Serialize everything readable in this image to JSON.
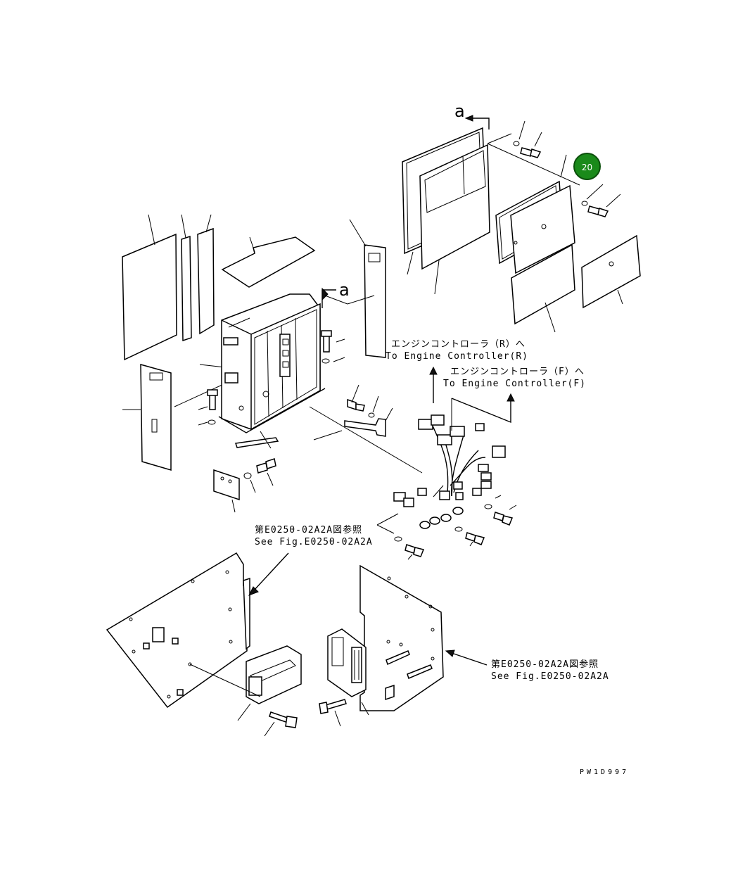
{
  "diagram": {
    "callout_badge": "20",
    "view_marker": "a",
    "labels": {
      "engine_r_jp": "エンジンコントローラ（R）へ",
      "engine_r_en": "To Engine Controller(R)",
      "engine_f_jp": "エンジンコントローラ（F）へ",
      "engine_f_en": "To Engine Controller(F)",
      "ref_left_jp": "第E0250-02A2A図参照",
      "ref_left_en": "See Fig.E0250-02A2A",
      "ref_right_jp": "第E0250-02A2A図参照",
      "ref_right_en": "See Fig.E0250-02A2A"
    },
    "page_id": "PW1D997"
  }
}
